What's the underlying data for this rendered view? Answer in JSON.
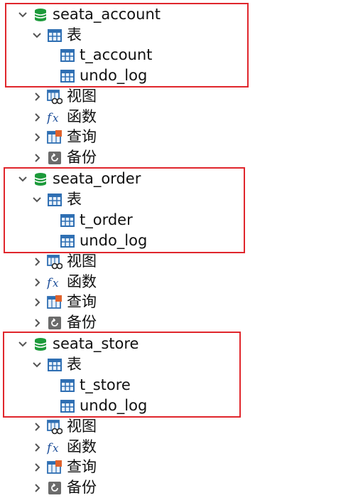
{
  "colors": {
    "highlight": "#e0262c",
    "db_green": "#1c9a3a",
    "table_blue": "#2f6fb3",
    "chevron": "#555555"
  },
  "icons": {
    "db": "database-icon",
    "tables": "table-icon",
    "views": "view-icon",
    "functions": "function-icon",
    "queries": "query-icon",
    "backups": "backup-icon"
  },
  "databases": [
    {
      "name": "seata_account",
      "tables_label": "表",
      "tables": [
        "t_account",
        "undo_log"
      ],
      "views_label": "视图",
      "functions_label": "函数",
      "queries_label": "查询",
      "backups_label": "备份"
    },
    {
      "name": "seata_order",
      "tables_label": "表",
      "tables": [
        "t_order",
        "undo_log"
      ],
      "views_label": "视图",
      "functions_label": "函数",
      "queries_label": "查询",
      "backups_label": "备份"
    },
    {
      "name": "seata_store",
      "tables_label": "表",
      "tables": [
        "t_store",
        "undo_log"
      ],
      "views_label": "视图",
      "functions_label": "函数",
      "queries_label": "查询",
      "backups_label": "备份"
    }
  ]
}
